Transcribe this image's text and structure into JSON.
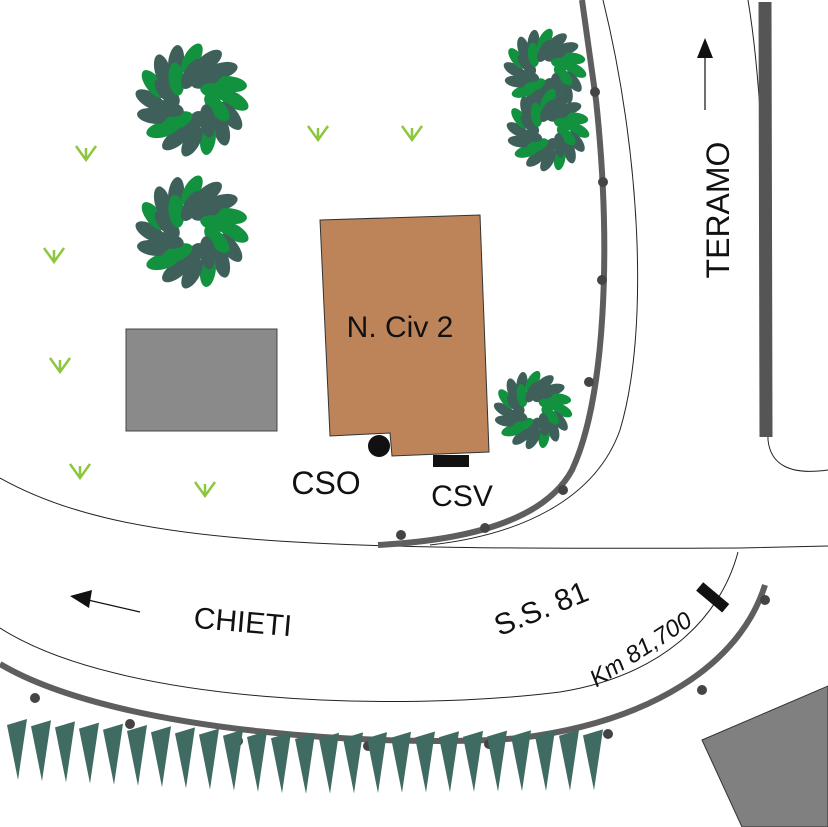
{
  "labels": {
    "building": "N. Civ 2",
    "cso": "CSO",
    "csv": "CSV",
    "north_direction": "TERAMO",
    "west_direction": "CHIETI",
    "road": "S.S. 81",
    "km_marker": "Km 81,700"
  },
  "colors": {
    "building": "#BD8459",
    "shed": "#8A8A8A",
    "road_edge": "#5E5E5E",
    "tree_dark": "#3F605A",
    "tree_light": "#12913F",
    "grass": "#8DC63F",
    "hedge": "#3F6B62"
  }
}
